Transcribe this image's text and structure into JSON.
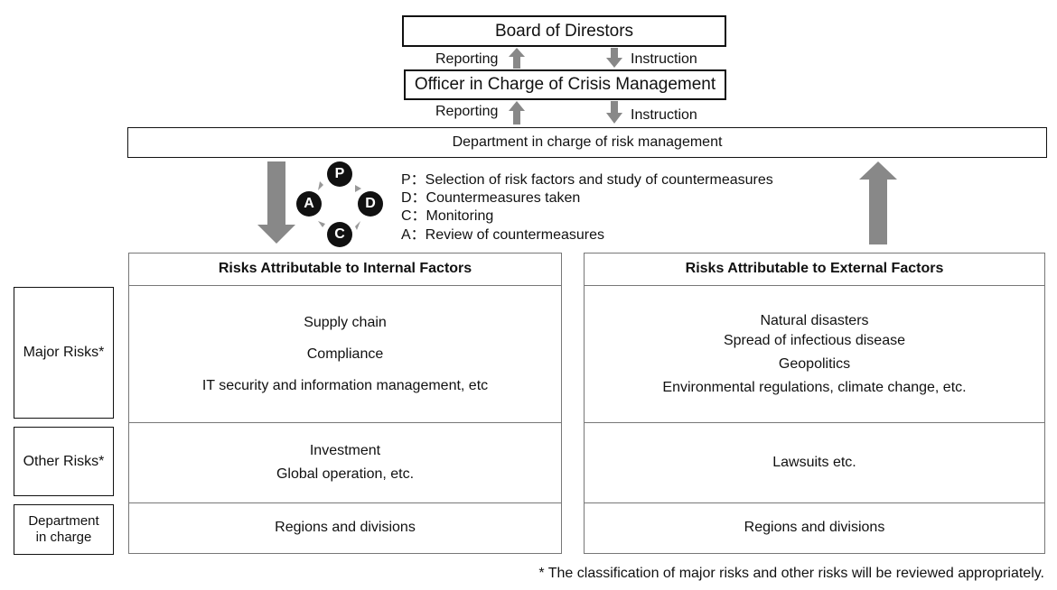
{
  "hierarchy": {
    "board": "Board of Direstors",
    "officer": "Officer in Charge of Crisis Management",
    "department": "Department in charge of risk management",
    "reporting_1": "Reporting",
    "instruction_1": "Instruction",
    "reporting_2": "Reporting",
    "instruction_2": "Instruction"
  },
  "pdca": {
    "letters": {
      "p": "P",
      "d": "D",
      "c": "C",
      "a": "A"
    },
    "legend": [
      "P：Selection of risk factors and study of countermeasures",
      "D：Countermeasures taken",
      "C：Monitoring",
      "A：Review of countermeasures"
    ]
  },
  "row_labels": {
    "major": "Major Risks*",
    "other": "Other Risks*",
    "department_line1": "Department",
    "department_line2": "in charge"
  },
  "internal": {
    "header": "Risks Attributable to Internal Factors",
    "major": [
      "Supply chain",
      "Compliance",
      "IT security and information management, etc"
    ],
    "other": [
      "Investment",
      "Global operation, etc."
    ],
    "department": "Regions and divisions"
  },
  "external": {
    "header": "Risks Attributable to External Factors",
    "major": [
      "Natural disasters",
      "Spread of infectious disease",
      "Geopolitics",
      "Environmental regulations, climate change, etc."
    ],
    "other": [
      "Lawsuits etc."
    ],
    "department": "Regions and divisions"
  },
  "footnote": "* The classification of major risks and other risks will be reviewed appropriately."
}
